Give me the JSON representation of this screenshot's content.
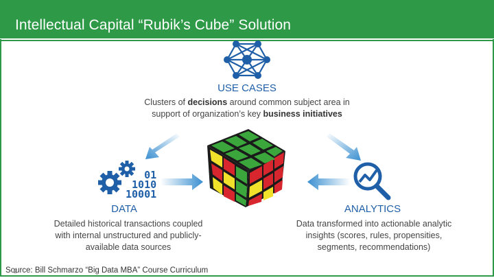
{
  "title": "Intellectual Capital “Rubik’s Cube” Solution",
  "use_cases": {
    "heading": "USE CASES",
    "desc_parts": [
      "Clusters of ",
      "decisions",
      " around common subject area in",
      "support of organization’s key ",
      "business initiatives"
    ]
  },
  "data": {
    "heading": "DATA",
    "bits": [
      "01",
      "1010",
      "10001"
    ],
    "desc_lines": [
      "Detailed historical transactions coupled",
      "with internal unstructured and publicly-",
      "available data sources"
    ]
  },
  "analytics": {
    "heading": "ANALYTICS",
    "desc_lines": [
      "Data transformed into actionable analytic",
      "insights (scores, rules, propensities,",
      "segments, recommendations)"
    ]
  },
  "footer": {
    "source": "Source: Bill Schmarzo “Big Data MBA” Course Curriculum",
    "page_number": "2"
  },
  "colors": {
    "brand_green": "#2e9a47",
    "icon_blue": "#1f5fa8",
    "arrow_blue": "#3a8fd0",
    "cube_red": "#d7262e",
    "cube_green": "#3aa63c",
    "cube_yellow": "#f2e12a"
  },
  "icons": [
    "network-hub-icon",
    "gears-binary-icon",
    "magnifier-chart-icon",
    "rubiks-cube-icon"
  ]
}
